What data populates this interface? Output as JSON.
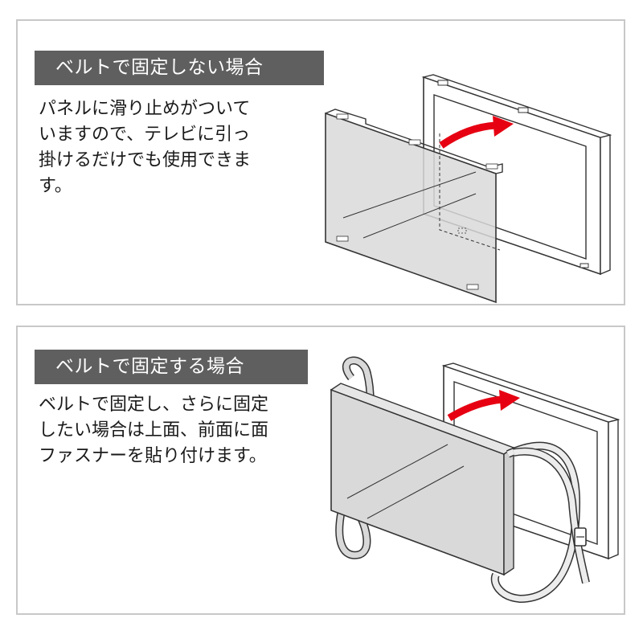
{
  "sections": [
    {
      "heading": "ベルトで固定しない場合",
      "description_lines": [
        "パネルに滑り止めがついて",
        "いますので、テレビに引っ",
        "掛けるだけでも使用できま",
        "す。"
      ]
    },
    {
      "heading": "ベルトで固定する場合",
      "description_lines": [
        "ベルトで固定し、さらに固定",
        "したい場合は上面、前面に面",
        "ファスナーを貼り付けます。"
      ]
    }
  ],
  "colors": {
    "heading_bg": "#5f5f5f",
    "heading_text": "#ffffff",
    "panel_border": "#c8c8c8",
    "arrow": "#e60012",
    "filter_fill": "#d9d9d9"
  },
  "icons": [
    "red-arrow-icon",
    "belt-icon",
    "buckle-icon"
  ]
}
